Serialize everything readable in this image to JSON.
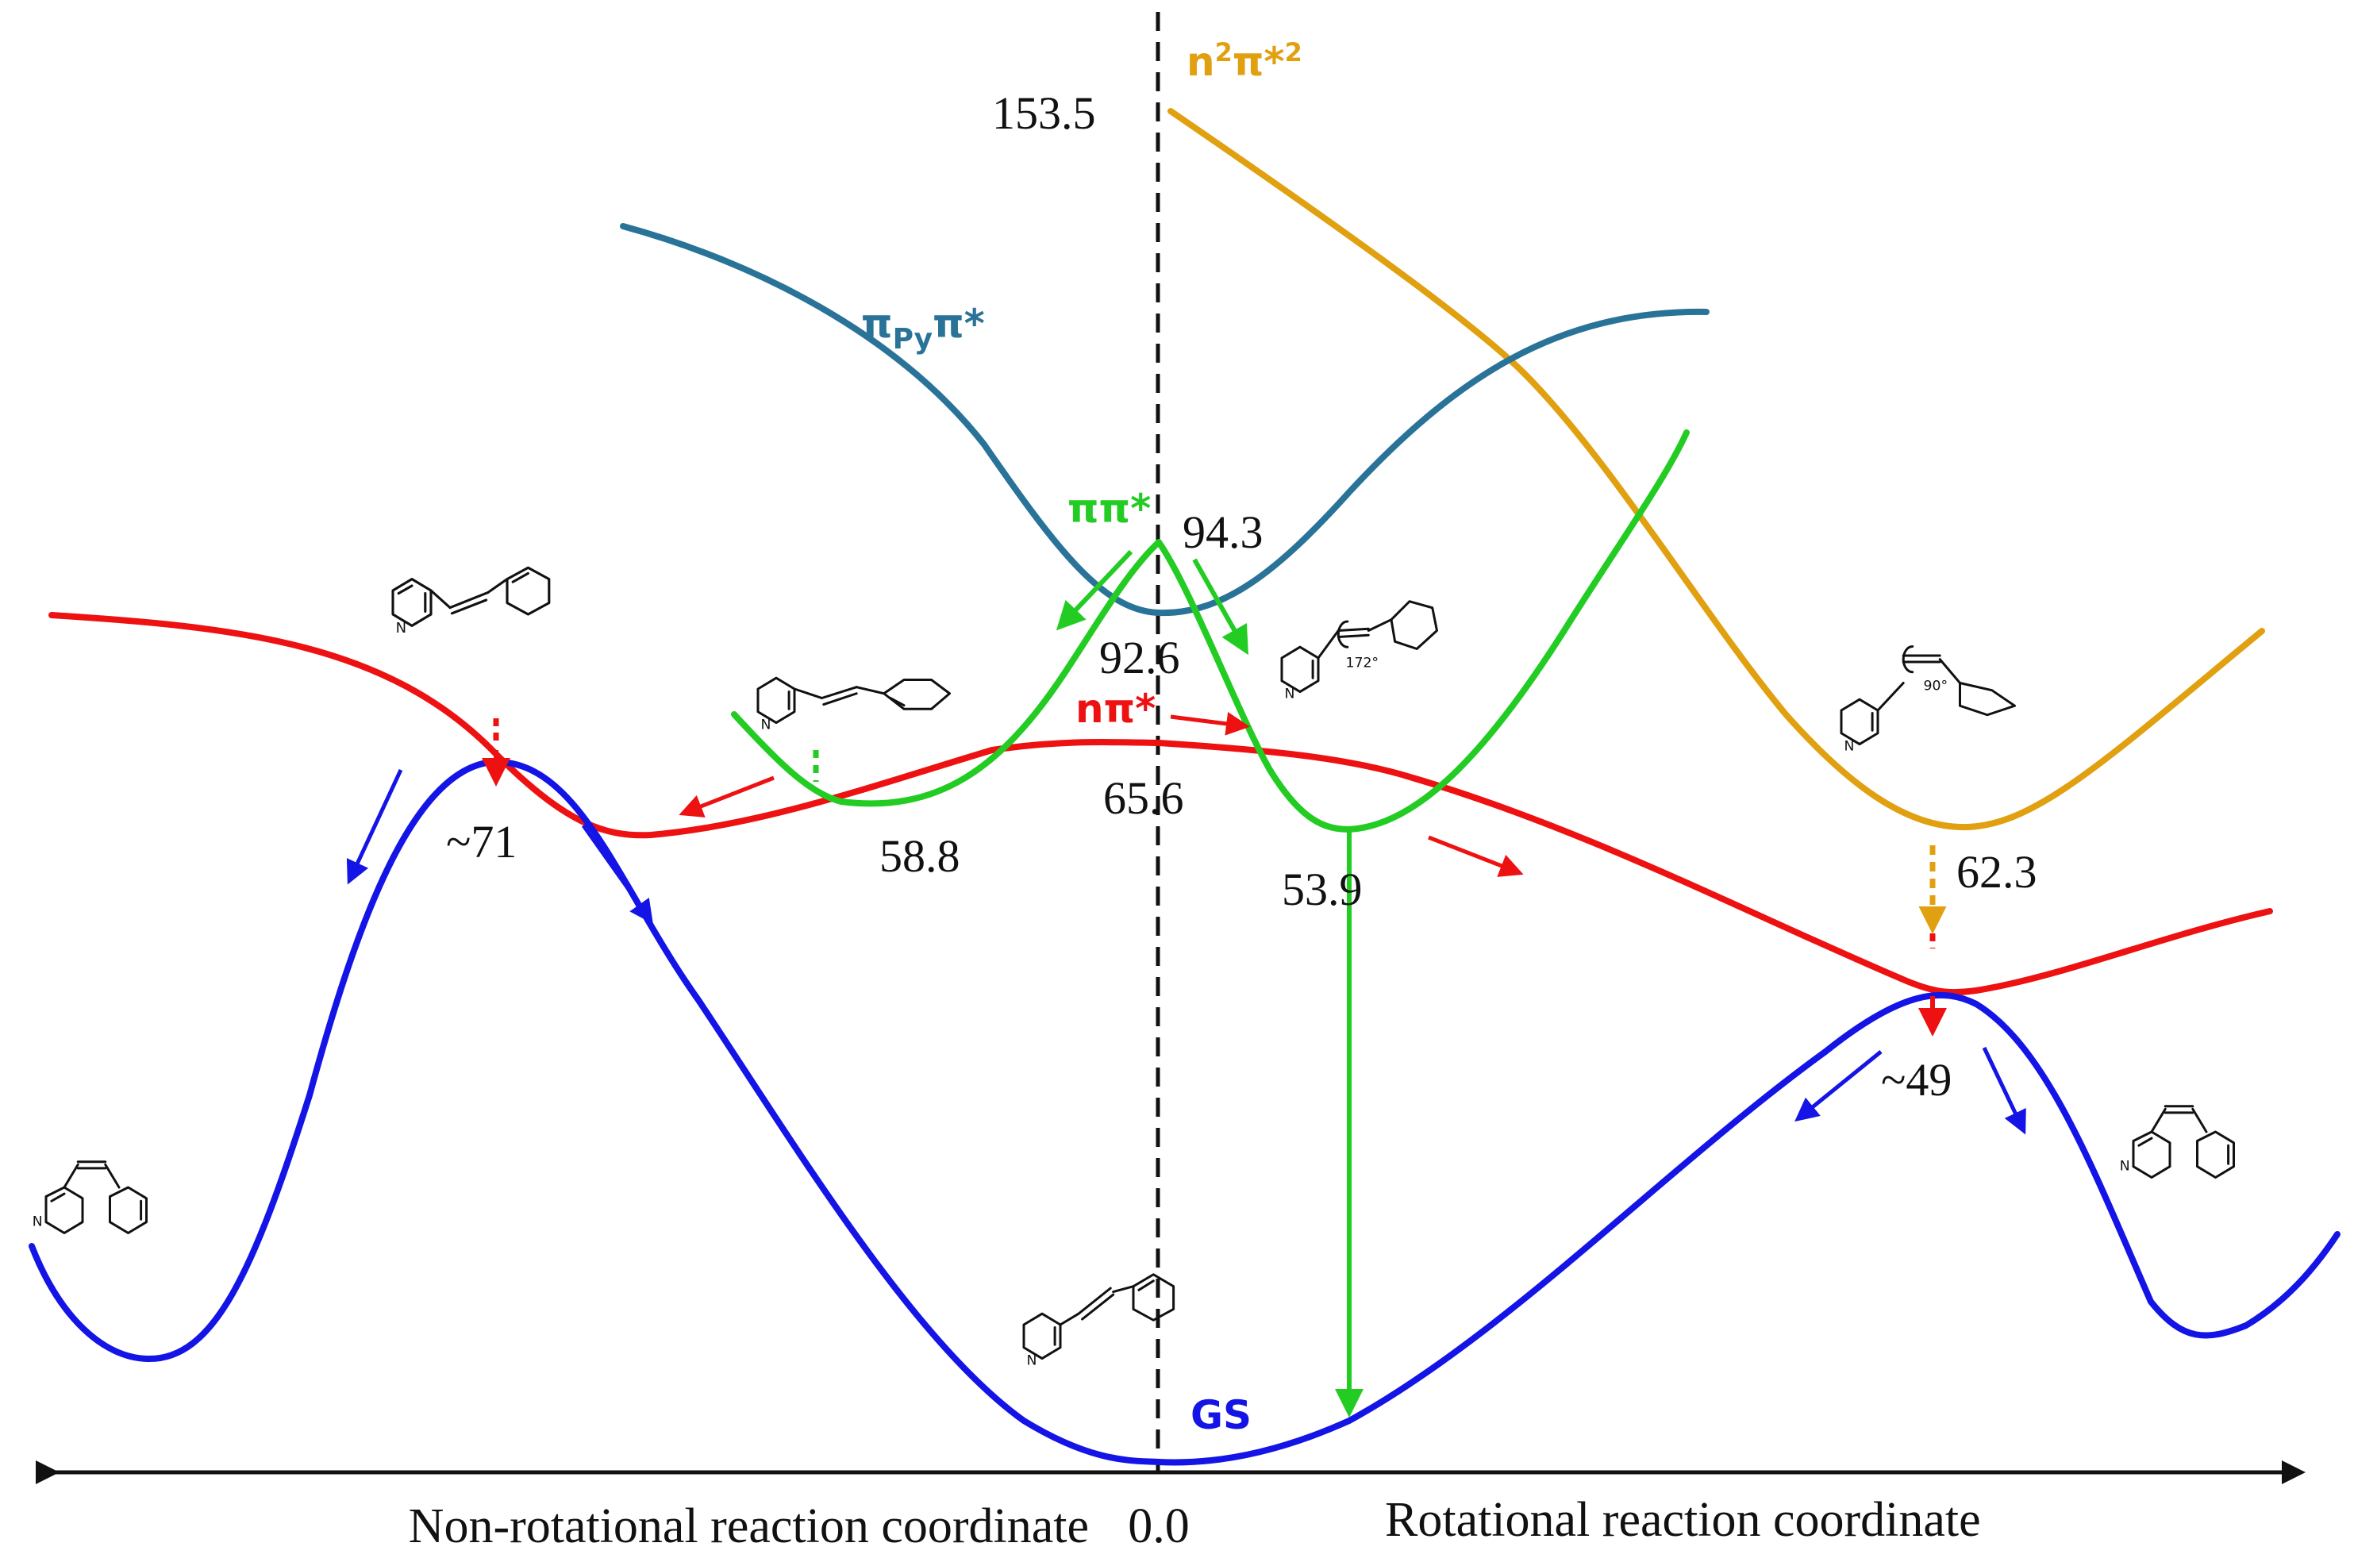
{
  "colors": {
    "gs": "#1414e6",
    "n_pi_star": "#ee1111",
    "pi_pi_star": "#22cc22",
    "pi_py_pi_star": "#2a7398",
    "n2_pi_star2": "#e0a010",
    "axis": "#111111"
  },
  "state_labels": {
    "gs": "GS",
    "n_pi_star": "nπ*",
    "pi_pi_star": "ππ*",
    "pi_py_pi_star_base": "π",
    "pi_py_pi_star_sub": "Py",
    "pi_py_pi_star_tail": "π*",
    "n2_pi_star2_base": "n",
    "n2_pi_star2_sup": "2",
    "n2_pi_star2_mid": "π*",
    "n2_pi_star2_sup2": "2"
  },
  "energies": {
    "top": "153.5",
    "pipi_fc": "94.3",
    "npi_fc_upper": "92.6",
    "npi_fc": "65.6",
    "nonrot_min": "58.8",
    "rot_min": "53.9",
    "n2_min": "62.3",
    "nonrot_barrier": "~71",
    "rot_barrier": "~49",
    "ground": "0.0"
  },
  "axis": {
    "left_label": "Non-rotational reaction coordinate",
    "right_label": "Rotational reaction coordinate"
  },
  "molecule_text": {
    "n_atom": "N",
    "angle_172": "172°",
    "angle_90": "90°"
  }
}
